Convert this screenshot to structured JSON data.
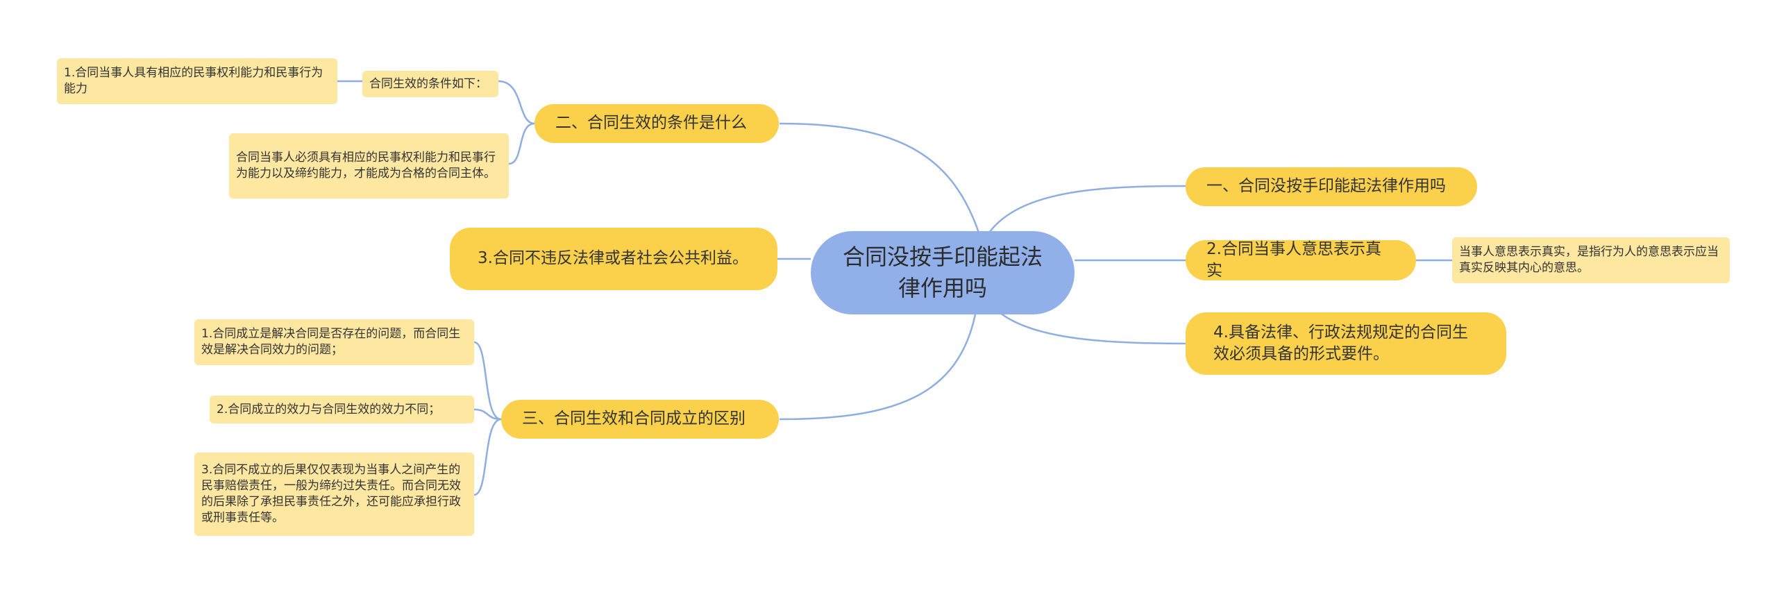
{
  "center": {
    "title": "合同没按手印能起法律作用吗"
  },
  "right_branches": [
    {
      "label": "一、合同没按手印能起法律作用吗",
      "children": []
    },
    {
      "label": "2.合同当事人意思表示真实",
      "children": [
        "当事人意思表示真实，是指行为人的意思表示应当真实反映其内心的意思。"
      ]
    },
    {
      "label": "4.具备法律、行政法规规定的合同生效必须具备的形式要件。",
      "children": []
    }
  ],
  "left_branches": [
    {
      "label": "二、合同生效的条件是什么",
      "children": [
        {
          "label": "合同生效的条件如下：",
          "children": [
            "1.合同当事人具有相应的民事权利能力和民事行为能力"
          ]
        },
        {
          "label": "合同当事人必须具有相应的民事权利能力和民事行为能力以及缔约能力，才能成为合格的合同主体。",
          "children": []
        }
      ]
    },
    {
      "label": "3.合同不违反法律或者社会公共利益。",
      "children": []
    },
    {
      "label": "三、合同生效和合同成立的区别",
      "children": [
        {
          "label": "1.合同成立是解决合同是否存在的问题，而合同生效是解决合同效力的问题；",
          "children": []
        },
        {
          "label": "2.合同成立的效力与合同生效的效力不同；",
          "children": []
        },
        {
          "label": "3.合同不成立的后果仅仅表现为当事人之间产生的民事赔偿责任，一般为缔约过失责任。而合同无效的后果除了承担民事责任之外，还可能应承担行政或刑事责任等。",
          "children": []
        }
      ]
    }
  ],
  "colors": {
    "center_fill": "#91b0ea",
    "main_fill": "#fbd14b",
    "leaf_fill": "#fde7a1",
    "link": "#8eaee2"
  }
}
